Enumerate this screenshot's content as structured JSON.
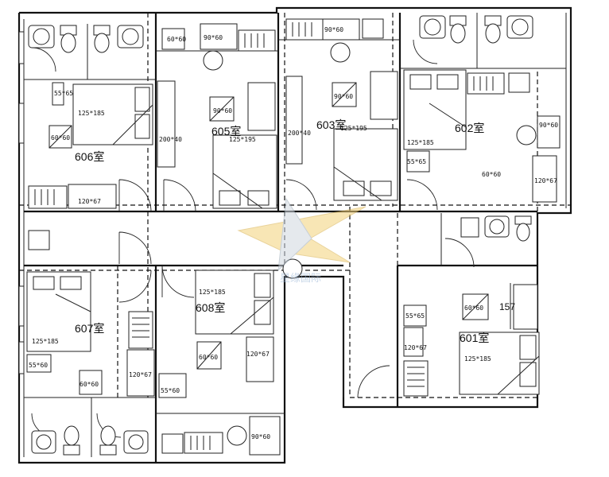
{
  "rooms": {
    "r606": "606室",
    "r605": "605室",
    "r603": "603室",
    "r602": "602室",
    "r607": "607室",
    "r608": "608室",
    "r601": "601室"
  },
  "furniture": {
    "bed_606": "125*185",
    "bed_605": "125*195",
    "bed_603": "125*195",
    "bed_602": "125*185",
    "bed_607": "125*185",
    "bed_608": "125*185",
    "bed_601": "125*185",
    "sofa_606": "120*67",
    "desk_605": "200*40",
    "desk_603": "200*40",
    "wardrobe_602": "120*67",
    "cab_605": "90*60",
    "cab_603": "90*60",
    "cab_602": "90*60",
    "cab_608": "90*60",
    "tv_606": "55*65",
    "tv_602": "55*65",
    "tv_607": "55*60",
    "tv_608": "55*60",
    "tv_601": "55*65",
    "tv_600": "60*60",
    "table_606": "60*60",
    "table_605": "90*60",
    "table_603": "90*60",
    "table_602": "60*60",
    "table_607": "60*60",
    "table_608": "60*60",
    "table_601": "60*60",
    "wardrobe_607": "120*67",
    "wardrobe_608": "120*67",
    "wardrobe_601": "120*67",
    "dim_157": "157"
  },
  "watermark": "星缘国际"
}
